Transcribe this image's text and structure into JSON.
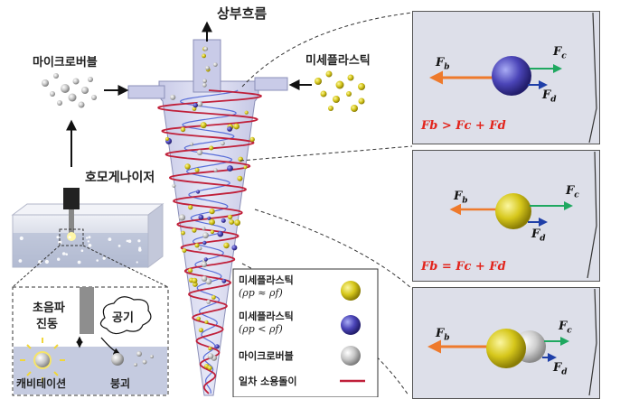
{
  "labels": {
    "upper_flow": "상부흐름",
    "microbubble": "마이크로버블",
    "microplastic": "미세플라스틱",
    "homogenizer": "호모게나이저",
    "ultrasonic_line1": "초음파",
    "ultrasonic_line2": "진동",
    "air": "공기",
    "cavitation": "캐비테이션",
    "collapse": "붕괴"
  },
  "legend": [
    {
      "label": "미세플라스틱",
      "sub": "(ρp ≈ ρf)",
      "swatch": "yellow-sphere"
    },
    {
      "label": "미세플라스틱",
      "sub": "(ρp < ρf)",
      "swatch": "blue-sphere"
    },
    {
      "label": "마이크로버블",
      "sub": "",
      "swatch": "gray-sphere"
    },
    {
      "label": "일차 소용돌이",
      "sub": "",
      "swatch": "red-line"
    }
  ],
  "panels": [
    {
      "equation": "Fb > Fc + Fd",
      "particle": "blue-sphere"
    },
    {
      "equation": "Fb = Fc + Fd",
      "particle": "yellow-sphere"
    },
    {
      "equation": "",
      "particle": "yellow-sphere-with-bubble"
    }
  ],
  "forces": {
    "fb": "F",
    "fc": "F",
    "fd": "F",
    "sub_b": "b",
    "sub_c": "c",
    "sub_d": "d"
  },
  "colors": {
    "vortex_red": "#c0203a",
    "vortex_blue": "#5a6fd8",
    "arrow_orange": "#ee7a2c",
    "arrow_green": "#1fa860",
    "arrow_blue": "#1f3fa8",
    "panel_bg": "#dddfe9",
    "equation_red": "#e2241c"
  }
}
